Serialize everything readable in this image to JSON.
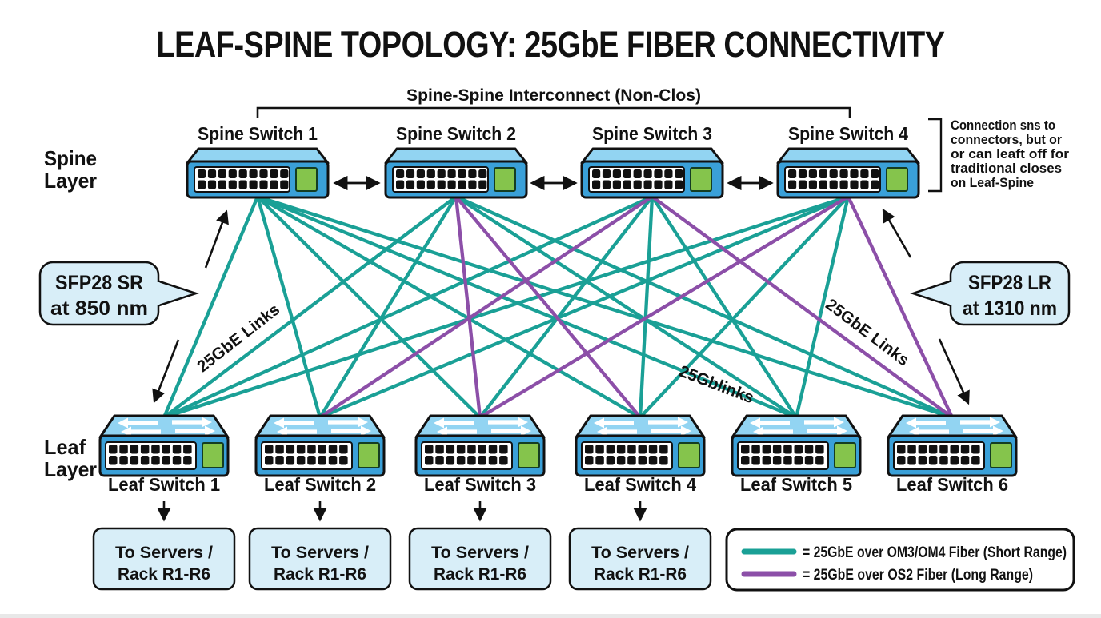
{
  "title": "LEAF-SPINE TOPOLOGY: 25GbE FIBER CONNECTIVITY",
  "interconnect_label": "Spine-Spine Interconnect (Non-Clos)",
  "spine_layer": {
    "line1": "Spine",
    "line2": "Layer"
  },
  "leaf_layer": {
    "line1": "Leaf",
    "line2": "Layer"
  },
  "spine_switches": [
    "Spine Switch 1",
    "Spine Switch 2",
    "Spine Switch 3",
    "Spine Switch 4"
  ],
  "leaf_switches": [
    "Leaf Switch 1",
    "Leaf Switch 2",
    "Leaf Switch 3",
    "Leaf Switch 4",
    "Leaf Switch 5",
    "Leaf Switch 6"
  ],
  "callout_left": {
    "line1": "SFP28 SR",
    "line2": "at 850 nm"
  },
  "callout_right": {
    "line1": "SFP28 LR",
    "line2": "at 1310 nm"
  },
  "side_note": {
    "lines": [
      "Connection sns to",
      "connectors, but or",
      "or can leaft off for",
      "traditional closes",
      "on Leaf-Spine"
    ]
  },
  "link_labels": {
    "left": "25GbE Links",
    "middle": "25Gblinks",
    "right": "25GbE Links"
  },
  "rack_box": {
    "line1": "To Servers /",
    "line2": "Rack R1-R6"
  },
  "legend": [
    {
      "color": "#1AA096",
      "label": "= 25GbE over OM3/OM4 Fiber (Short Range)"
    },
    {
      "color": "#8C4FA8",
      "label": "= 25GbE over OS2 Fiber (Long Range)"
    }
  ],
  "colors": {
    "teal": "#1AA096",
    "purple": "#8C4FA8",
    "switch_body": "#3AA0D8",
    "switch_top": "#92D4F2",
    "port_green": "#85C44C",
    "box_fill": "#D8EEF8",
    "outline": "#111111"
  },
  "topology": {
    "spines": 4,
    "leaves": 6,
    "short_range_links": [
      [
        1,
        1
      ],
      [
        1,
        2
      ],
      [
        1,
        3
      ],
      [
        1,
        4
      ],
      [
        1,
        5
      ],
      [
        1,
        6
      ],
      [
        2,
        1
      ],
      [
        2,
        2
      ],
      [
        2,
        5
      ],
      [
        2,
        6
      ],
      [
        3,
        1
      ],
      [
        3,
        3
      ],
      [
        3,
        4
      ],
      [
        3,
        5
      ],
      [
        4,
        1
      ],
      [
        4,
        2
      ],
      [
        4,
        4
      ],
      [
        4,
        5
      ]
    ],
    "long_range_links": [
      [
        2,
        3
      ],
      [
        2,
        4
      ],
      [
        3,
        2
      ],
      [
        3,
        6
      ],
      [
        4,
        3
      ],
      [
        4,
        6
      ]
    ]
  }
}
